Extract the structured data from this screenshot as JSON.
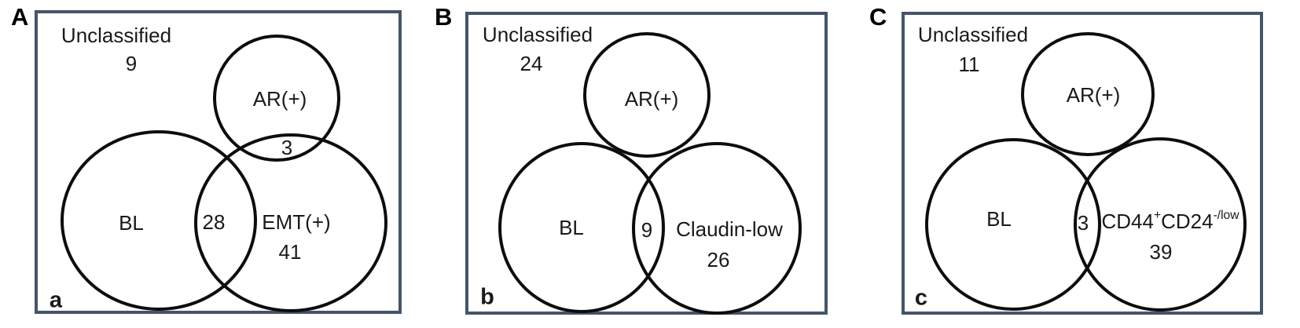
{
  "figure": {
    "description_colors": {
      "box_border": "#44546A",
      "circle_stroke": "#0d0d0d",
      "text": "#1a1a1a"
    },
    "panels": [
      {
        "panel_letter": "A",
        "corner_letter": "a",
        "unclassified_label": "Unclassified",
        "unclassified_count": "9",
        "top_circle_label": "AR(+)",
        "left_circle_label": "BL",
        "right_circle_label": "EMT(+)",
        "right_circle_count": "41",
        "left_right_overlap_count": "28",
        "top_right_overlap_count": "3"
      },
      {
        "panel_letter": "B",
        "corner_letter": "b",
        "unclassified_label": "Unclassified",
        "unclassified_count": "24",
        "top_circle_label": "AR(+)",
        "left_circle_label": "BL",
        "right_circle_label": "Claudin-low",
        "right_circle_count": "26",
        "left_right_overlap_count": "9"
      },
      {
        "panel_letter": "C",
        "corner_letter": "c",
        "unclassified_label": "Unclassified",
        "unclassified_count": "11",
        "top_circle_label": "AR(+)",
        "left_circle_label": "BL",
        "right_circle_label": "CD44",
        "right_circle_label_sup1": "+",
        "right_circle_label_base2": "CD24",
        "right_circle_label_sup2": "-/low",
        "right_circle_count": "39",
        "left_right_overlap_count": "3"
      }
    ]
  }
}
